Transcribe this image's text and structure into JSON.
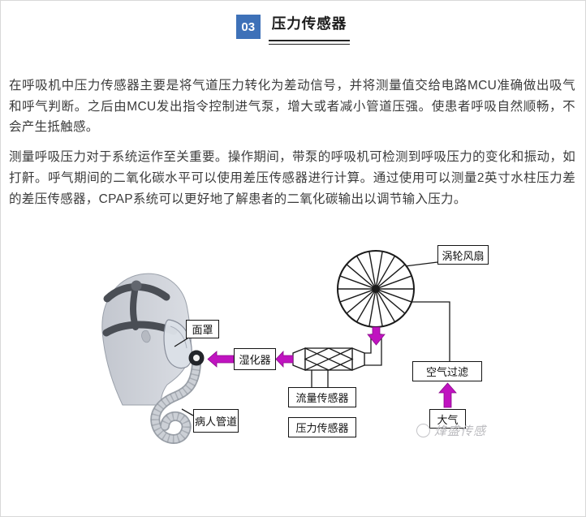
{
  "header": {
    "section_number": "03",
    "section_title": "压力传感器"
  },
  "article": {
    "paragraph_1": "在呼吸机中压力传感器主要是将气道压力转化为差动信号，并将测量值交给电路MCU准确做出吸气和呼气判断。之后由MCU发出指令控制进气泵，增大或者减小管道压强。使患者呼吸自然顺畅，不会产生抵触感。",
    "paragraph_2": "测量呼吸压力对于系统运作至关重要。操作期间，带泵的呼吸机可检测到呼吸压力的变化和振动，如打鼾。呼气期间的二氧化碳水平可以使用差压传感器进行计算。通过使用可以测量2英寸水柱压力差的差压传感器，CPAP系统可以更好地了解患者的二氧化碳输出以调节输入压力。"
  },
  "diagram": {
    "labels": {
      "mask": "面罩",
      "patient_tube": "病人管道",
      "humidifier": "湿化器",
      "flow_sensor": "流量传感器",
      "pressure_sensor": "压力传感器",
      "turbine_fan": "涡轮风扇",
      "air_filter": "空气过滤",
      "atmosphere": "大气"
    },
    "watermark_text": "烽盛传感",
    "colors": {
      "arrow_magenta": "#c013c0",
      "badge_blue": "#3e71b8"
    }
  }
}
